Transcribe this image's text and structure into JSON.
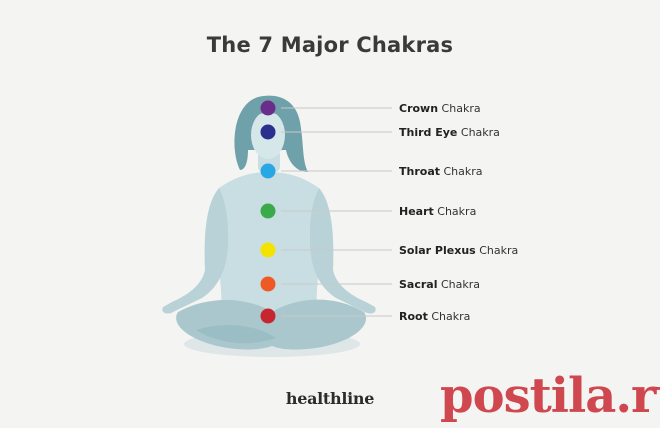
{
  "title": "The 7 Major Chakras",
  "chakras": [
    {
      "bold": "Crown",
      "rest": " Chakra",
      "color": "#6a2e8a"
    },
    {
      "bold": "Third Eye",
      "rest": " Chakra",
      "color": "#2b2f8e"
    },
    {
      "bold": "Throat",
      "rest": " Chakra",
      "color": "#29a6e4"
    },
    {
      "bold": "Heart",
      "rest": " Chakra",
      "color": "#3aaa4a"
    },
    {
      "bold": "Solar Plexus",
      "rest": " Chakra",
      "color": "#f4e300"
    },
    {
      "bold": "Sacral",
      "rest": " Chakra",
      "color": "#ef5a24"
    },
    {
      "bold": "Root",
      "rest": " Chakra",
      "color": "#c8262e"
    }
  ],
  "brand": "healthline",
  "watermark": "postila.ru"
}
